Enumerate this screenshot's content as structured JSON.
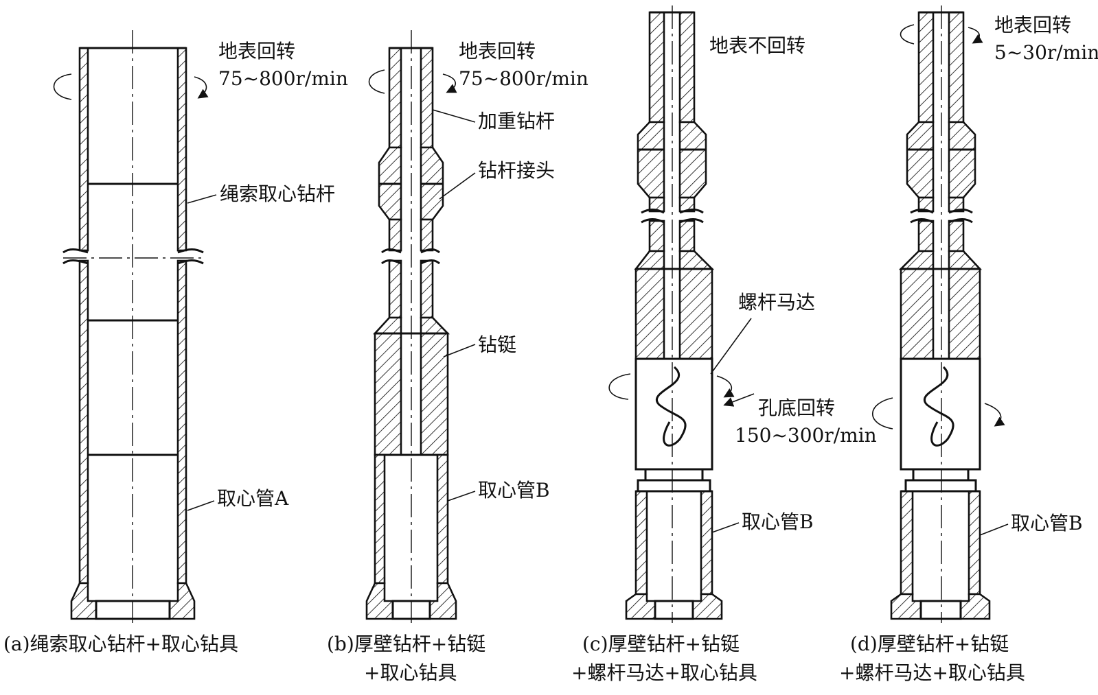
{
  "diagrams": {
    "a": {
      "caption": "(a)绳索取心钻杆+取心钻具",
      "rotation_label": "地表回转",
      "rotation_speed": "75~800r/min",
      "labels": [
        "绳索取心钻杆",
        "取心管A"
      ]
    },
    "b": {
      "caption_line1": "(b)厚壁钻杆+钻铤",
      "caption_line2": "+取心钻具",
      "rotation_label": "地表回转",
      "rotation_speed": "75~800r/min",
      "labels": [
        "加重钻杆",
        "钻杆接头",
        "钻铤",
        "取心管B"
      ]
    },
    "c": {
      "caption_line1": "(c)厚壁钻杆+钻铤",
      "caption_line2": "+螺杆马达+取心钻具",
      "rotation_label": "地表不回转",
      "labels": [
        "螺杆马达",
        "孔底回转",
        "150~300r/min",
        "取心管B"
      ]
    },
    "d": {
      "caption_line1": "(d)厚壁钻杆+钻铤",
      "caption_line2": "+螺杆马达+取心钻具",
      "rotation_label": "地表回转",
      "rotation_speed": "5~30r/min",
      "labels": [
        "取心管B"
      ]
    }
  }
}
